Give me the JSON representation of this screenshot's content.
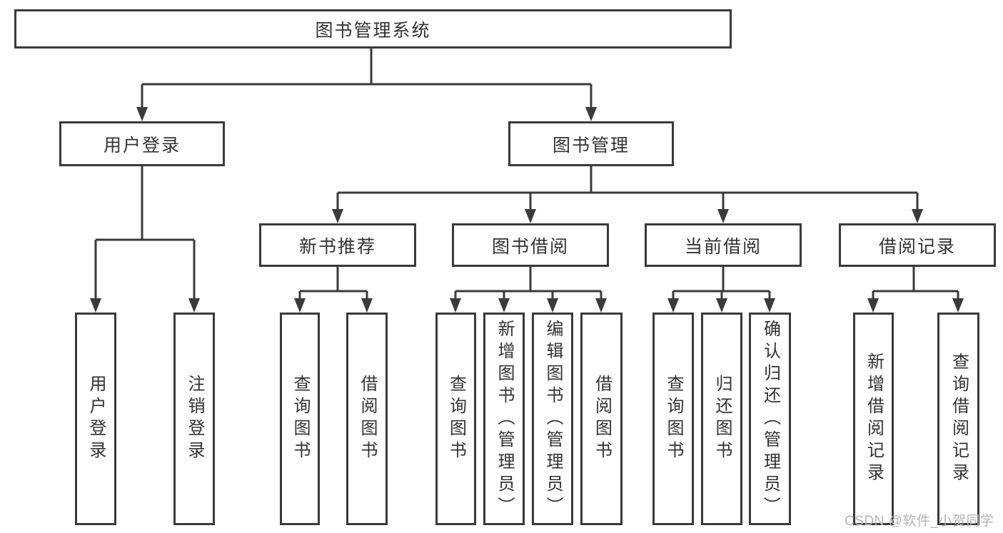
{
  "colors": {
    "line": "#3a3a3a",
    "text": "#333333",
    "watermark": "#b5b5b5",
    "background": "#ffffff"
  },
  "watermark": "CSDN @软件_小贺同学",
  "tree": {
    "root": {
      "label": "图书管理系统",
      "children": [
        {
          "label": "用户登录",
          "children": [
            {
              "label": "用户登录"
            },
            {
              "label": "注销登录"
            }
          ]
        },
        {
          "label": "图书管理",
          "children": [
            {
              "label": "新书推荐",
              "children": [
                {
                  "label": "查询图书"
                },
                {
                  "label": "借阅图书"
                }
              ]
            },
            {
              "label": "图书借阅",
              "children": [
                {
                  "label": "查询图书"
                },
                {
                  "label": "新增图书（管理员）"
                },
                {
                  "label": "编辑图书（管理员）"
                },
                {
                  "label": "借阅图书"
                }
              ]
            },
            {
              "label": "当前借阅",
              "children": [
                {
                  "label": "查询图书"
                },
                {
                  "label": "归还图书"
                },
                {
                  "label": "确认归还（管理员）"
                }
              ]
            },
            {
              "label": "借阅记录",
              "children": [
                {
                  "label": "新增借阅记录"
                },
                {
                  "label": "查询借阅记录"
                }
              ]
            }
          ]
        }
      ]
    }
  }
}
